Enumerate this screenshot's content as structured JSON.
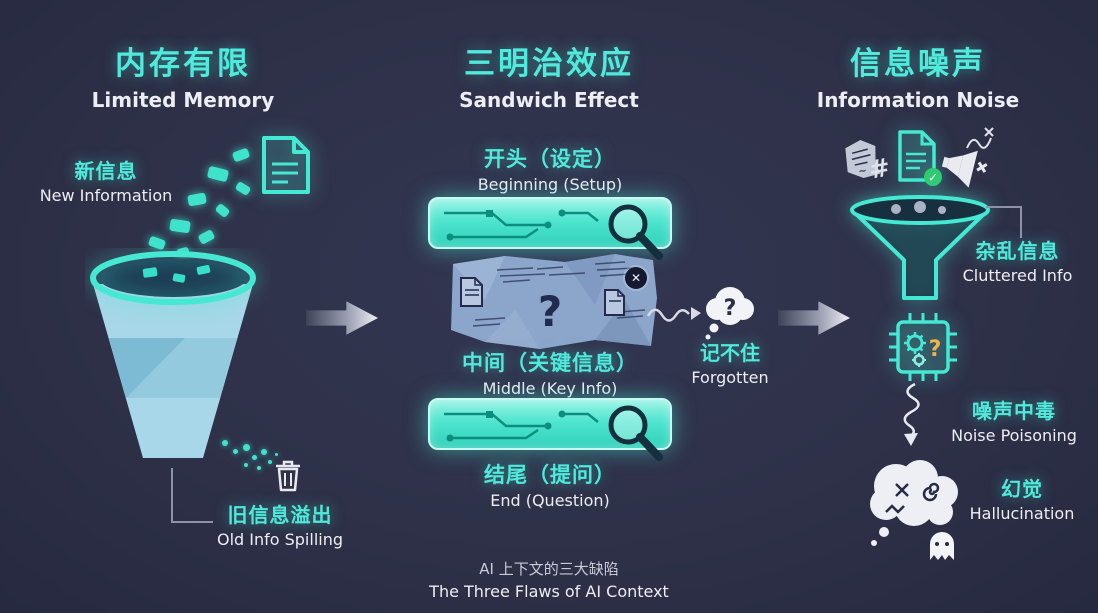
{
  "col1": {
    "title_zh": "内存有限",
    "title_en": "Limited Memory",
    "new_info_zh": "新信息",
    "new_info_en": "New Information",
    "spill_zh": "旧信息溢出",
    "spill_en": "Old Info Spilling"
  },
  "col2": {
    "title_zh": "三明治效应",
    "title_en": "Sandwich Effect",
    "beginning_zh": "开头（设定）",
    "beginning_en": "Beginning (Setup)",
    "middle_zh": "中间（关键信息）",
    "middle_en": "Middle (Key Info)",
    "end_zh": "结尾（提问）",
    "end_en": "End (Question)",
    "forgotten_zh": "记不住",
    "forgotten_en": "Forgotten"
  },
  "col3": {
    "title_zh": "信息噪声",
    "title_en": "Information Noise",
    "cluttered_zh": "杂乱信息",
    "cluttered_en": "Cluttered Info",
    "noise_zh": "噪声中毒",
    "noise_en": "Noise Poisoning",
    "hallucination_zh": "幻觉",
    "hallucination_en": "Hallucination"
  },
  "glyphs": {
    "question_mark": "?",
    "close": "✕",
    "hash": "#",
    "check": "✓"
  },
  "footer": {
    "title_zh": "AI 上下文的三大缺陷",
    "title_en": "The Three Flaws of AI Context"
  },
  "colors": {
    "background": "#2e3148",
    "accent_teal": "#45e8d2",
    "cup_blue": "#a7d7e8",
    "paper_blue": "#8ca6cb",
    "text_white": "#edeef4"
  }
}
